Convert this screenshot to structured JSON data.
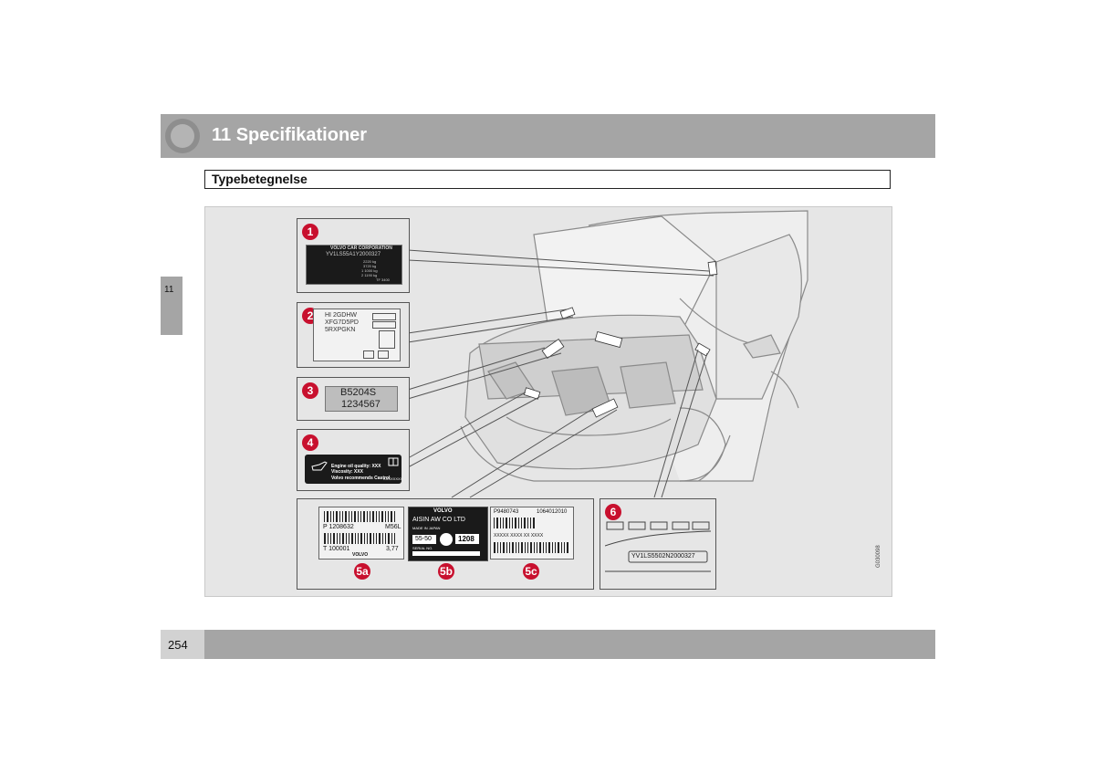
{
  "header": {
    "chapter_title": "11 Specifikationer"
  },
  "section": {
    "title": "Typebetegnelse"
  },
  "side_tab": {
    "label": "11"
  },
  "footer": {
    "page_number": "254"
  },
  "figure": {
    "code": "G030098",
    "callouts": [
      {
        "badge": "1",
        "label_lines": [
          "VOLVO CAR CORPORATION",
          "YV1LS55A1Y2000327",
          "2220 kg",
          "3720 kg",
          "1 1000 kg",
          "2 1190 kg",
          "TF 3400"
        ]
      },
      {
        "badge": "2",
        "lines": [
          "HI 2GDHW",
          "XFG7D5PD",
          "5RXPGKN"
        ]
      },
      {
        "badge": "3",
        "lines": [
          "B5204S",
          "1234567"
        ]
      },
      {
        "badge": "4",
        "lines": [
          "Engine oil quality: XXX",
          "Viscosity: XXX",
          "Volvo recommends Castrol",
          "XXXXXXXX"
        ]
      },
      {
        "badge": "5a",
        "lines": [
          "P 1208632",
          "M56L",
          "T  100001",
          "3,77",
          "VOLVO"
        ]
      },
      {
        "badge": "5b",
        "lines": [
          "VOLVO",
          "AISIN AW   CO   LTD",
          "MADE IN JAPAN",
          "55-50",
          "1208",
          "SERIAL NO."
        ]
      },
      {
        "badge": "5c",
        "lines": [
          "P9480743",
          "1064012010",
          "XXXXX  XXXX  XX   XXXX"
        ]
      },
      {
        "badge": "6",
        "lines": [
          "YV1LS5502N2000327"
        ]
      }
    ]
  }
}
